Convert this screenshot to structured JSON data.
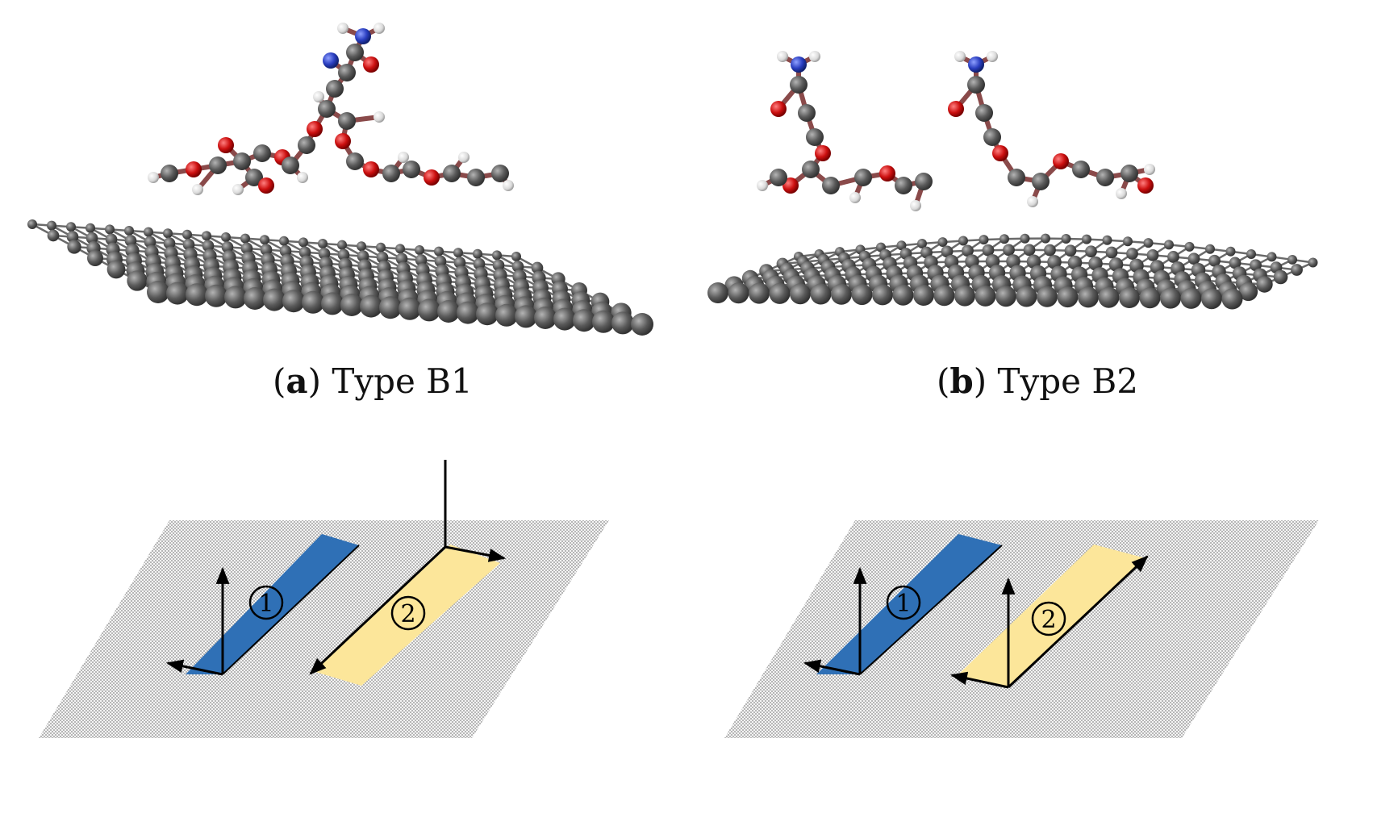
{
  "captions": {
    "a": {
      "letter": "a",
      "text": " Type B1"
    },
    "b": {
      "letter": "b",
      "text": " Type B2"
    }
  },
  "schematic": {
    "label_1": "1",
    "label_2": "2"
  },
  "colors": {
    "carbon": "#5a5a5a",
    "oxygen": "#cc1010",
    "nitrogen": "#2a3ec0",
    "hydrogen": "#e4e4e4",
    "ring1": "#2f70b6",
    "ring2": "#fce69a",
    "surface": "#c9c9c9"
  }
}
